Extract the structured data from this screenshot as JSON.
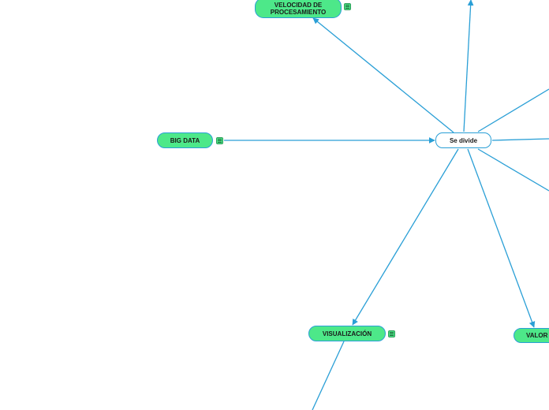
{
  "diagram": {
    "line_color": "#2a9fd6",
    "node_fill": "#4de889",
    "center": {
      "label": "Se divide"
    },
    "nodes": {
      "velocidad": {
        "line1": "VELOCIDAD DE",
        "line2": "PROCESAMIENTO",
        "has_note": true
      },
      "big_data": {
        "label": "BIG DATA",
        "has_note": true
      },
      "visualizacion": {
        "label": "VISUALIZACIÓN",
        "has_note": true
      },
      "valor": {
        "label": "VALOR"
      }
    }
  }
}
